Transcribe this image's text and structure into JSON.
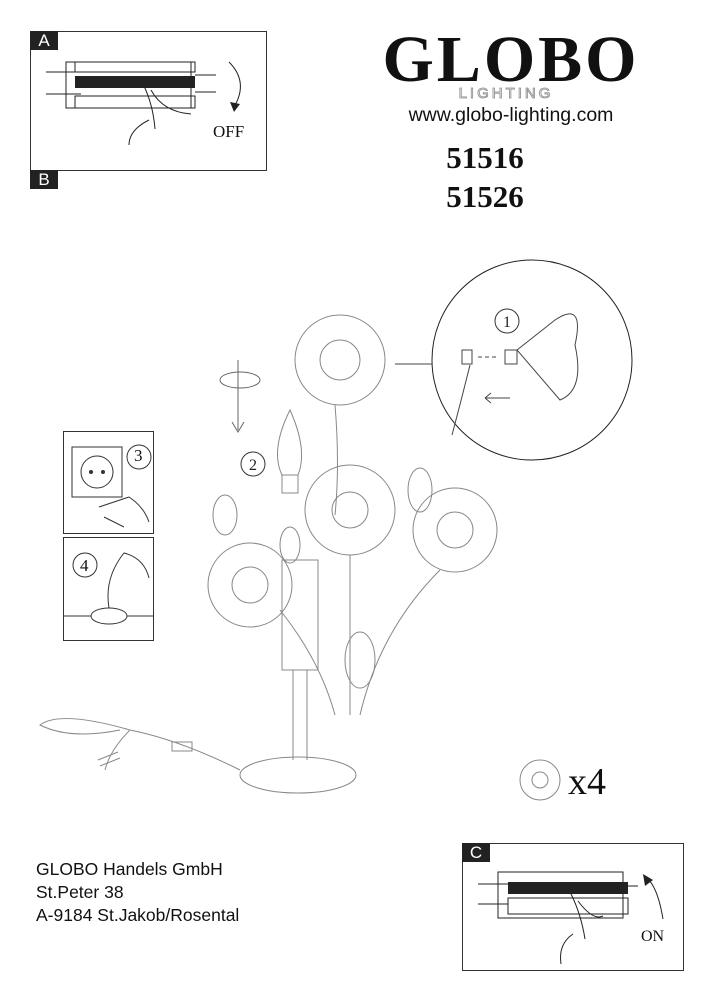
{
  "brand": {
    "logo": "GLOBO",
    "sub": "LIGHTING",
    "website": "www.globo-lighting.com"
  },
  "models": [
    "51516",
    "51526"
  ],
  "panels": {
    "a": {
      "tag": "A",
      "caption": "OFF"
    },
    "b": {
      "tag": "B"
    },
    "c": {
      "tag": "C",
      "caption": "ON"
    }
  },
  "steps": [
    "1",
    "2",
    "3",
    "4"
  ],
  "quantity": "x4",
  "address": [
    "GLOBO Handels GmbH",
    "St.Peter 38",
    "A-9184 St.Jakob/Rosental"
  ]
}
